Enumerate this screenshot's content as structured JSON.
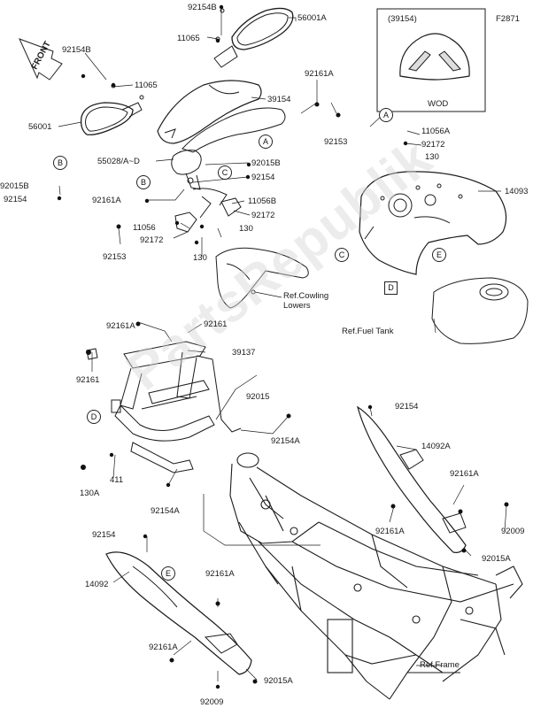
{
  "figure_code": "F2871",
  "front_arrow": "FRONT",
  "watermark": "PartsRepublik",
  "inset": {
    "part": "(39154)",
    "caption": "WOD"
  },
  "references": {
    "cowling_lowers": "Ref.Cowling\nLowers",
    "fuel_tank": "Ref.Fuel Tank",
    "frame": "Ref.Frame"
  },
  "callouts": {
    "A": "A",
    "B": "B",
    "C": "C",
    "D": "D",
    "E": "E"
  },
  "labels": {
    "p92154B_top": "92154B",
    "p56001A": "56001A",
    "p11065_top": "11065",
    "p92154B_left": "92154B",
    "p11065_left": "11065",
    "p56001": "56001",
    "p39154": "39154",
    "p92161A_top": "92161A",
    "p92153_top": "92153",
    "p55028": "55028/A~D",
    "p92015B_right": "92015B",
    "p92154_mid": "92154",
    "p92015B_left": "92015B",
    "p92154_left": "92154",
    "p92161A_mid": "92161A",
    "p11056B": "11056B",
    "p11056": "11056",
    "p92172_mid": "92172",
    "p130_mid": "130",
    "p92172_low": "92172",
    "p92153_low": "92153",
    "p130_low": "130",
    "p11056A": "11056A",
    "p92172_right": "92172",
    "p130_right": "130",
    "p14093": "14093",
    "p92161A_frame": "92161A",
    "p92161_frame_r": "92161",
    "p39137": "39137",
    "p92161_frame_l": "92161",
    "p92015": "92015",
    "p92154A_a": "92154A",
    "p130A": "130A",
    "p411": "411",
    "p92154A_b": "92154A",
    "p92154_right": "92154",
    "p14092A": "14092A",
    "p92161A_r1": "92161A",
    "p92161A_r2": "92161A",
    "p92009_right": "92009",
    "p92015A_right": "92015A",
    "p92154_bl": "92154",
    "p14092": "14092",
    "p92161A_bl": "92161A",
    "p92161A_bl2": "92161A",
    "p92015A_b": "92015A",
    "p92009_b": "92009"
  }
}
